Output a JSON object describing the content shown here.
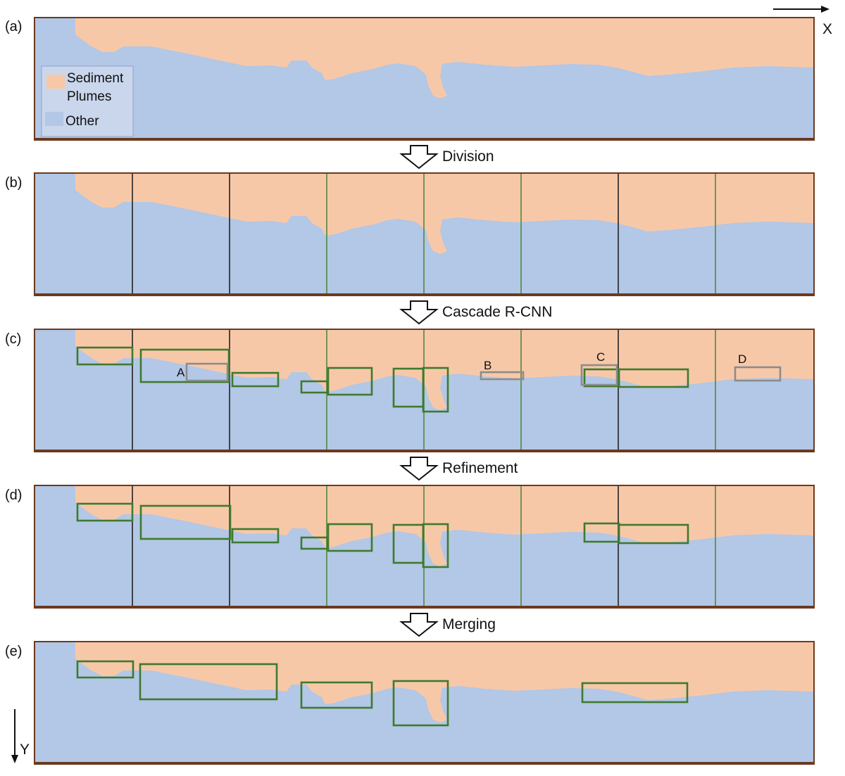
{
  "colors": {
    "plume": "#F7C8A8",
    "other": "#B3C7E6",
    "frame": "#6B3A1F",
    "box": "#3E7A2E",
    "fp_box": "#8C8C8C",
    "divider": "#222222",
    "divider_green": "#4E8A3A"
  },
  "axes": {
    "x": "X",
    "y": "Y"
  },
  "legend": {
    "plume": "Sediment\nPlumes",
    "other": "Other"
  },
  "panels": [
    {
      "id": "a",
      "label": "(a)",
      "step_after": "Division"
    },
    {
      "id": "b",
      "label": "(b)",
      "step_after": "Cascade R-CNN"
    },
    {
      "id": "c",
      "label": "(c)",
      "step_after": "Refinement"
    },
    {
      "id": "d",
      "label": "(d)",
      "step_after": "Merging"
    },
    {
      "id": "e",
      "label": "(e)"
    }
  ],
  "false_positive_labels": [
    "A",
    "B",
    "C",
    "D"
  ],
  "icons": {
    "step_arrow": "down-arrow-icon"
  }
}
